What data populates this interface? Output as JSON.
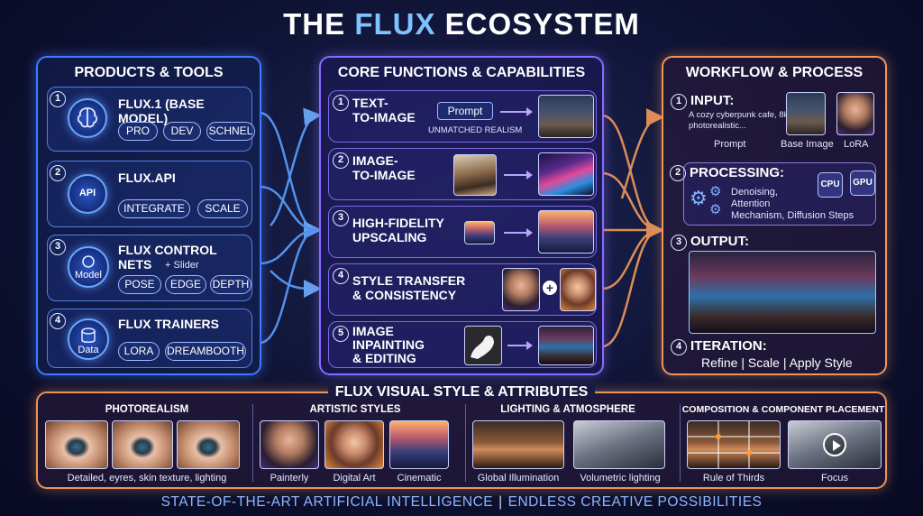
{
  "title": {
    "pre": "THE ",
    "highlight": "FLUX",
    "post": " ECOSYSTEM"
  },
  "products": {
    "heading": "PRODUCTS & TOOLS",
    "items": [
      {
        "num": "1",
        "title": "FLUX.1 (BASE MODEL)",
        "tags": [
          "PRO",
          "DEV",
          "SCHNEL"
        ]
      },
      {
        "num": "2",
        "title": "FLUX.API",
        "icon_label": "API",
        "tags": [
          "INTEGRATE",
          "SCALE"
        ]
      },
      {
        "num": "3",
        "title": "FLUX CONTROL NETS",
        "icon_label": "Model",
        "note": "+ Slider",
        "tags": [
          "POSE",
          "EDGE",
          "DEPTH"
        ]
      },
      {
        "num": "4",
        "title": "FLUX TRAINERS",
        "icon_label": "Data",
        "tags": [
          "LORA",
          "DREAMBOOTH"
        ]
      }
    ]
  },
  "core": {
    "heading": "CORE FUNCTIONS & CAPABILITIES",
    "items": [
      {
        "num": "1",
        "line1": "TEXT-",
        "line2": "TO-IMAGE",
        "chip": "Prompt",
        "caption": "UNMATCHED REALISM"
      },
      {
        "num": "2",
        "line1": "IMAGE-",
        "line2": "TO-IMAGE"
      },
      {
        "num": "3",
        "line1": "HIGH-FIDELITY",
        "line2": "UPSCALING"
      },
      {
        "num": "4",
        "line1": "STYLE TRANSFER",
        "line2": "& CONSISTENCY",
        "plus": "+"
      },
      {
        "num": "5",
        "line1": "IMAGE",
        "line2": "INPAINTING",
        "line3": "& EDITING"
      }
    ]
  },
  "workflow": {
    "heading": "WORKFLOW & PROCESS",
    "input": {
      "num": "1",
      "title": "INPUT:",
      "prompt_text": "A cozy cyberpunk cafe, 8k, photorealistic...",
      "labels": [
        "Prompt",
        "Base Image",
        "LoRA"
      ]
    },
    "processing": {
      "num": "2",
      "title": "PROCESSING:",
      "text1": "Denoising,",
      "text2": "Attention",
      "text3": "Mechanism, Diffusion Steps",
      "chip1": "CPU",
      "chip2": "GPU"
    },
    "output": {
      "num": "3",
      "title": "OUTPUT:"
    },
    "iteration": {
      "num": "4",
      "title": "ITERATION:",
      "options": [
        "Refine",
        "Scale",
        "Apply Style"
      ],
      "separator": "|"
    }
  },
  "visual": {
    "heading": "FLUX VISUAL STYLE & ATTRIBUTES",
    "groups": [
      {
        "heading": "PHOTOREALISM",
        "captions": [
          "Detailed, eyres, skin texture, lighting"
        ]
      },
      {
        "heading": "ARTISTIC STYLES",
        "captions": [
          "Painterly",
          "Digital Art",
          "Cinematic"
        ]
      },
      {
        "heading": "LIGHTING & ATMOSPHERE",
        "captions": [
          "Global Illumination",
          "Volumetric lighting"
        ]
      },
      {
        "heading": "COMPOSITION & COMPONENT PLACEMENT",
        "captions": [
          "Rule of Thirds",
          "Focus"
        ]
      }
    ]
  },
  "footer": {
    "left": "STATE-OF-THE-ART ARTIFICIAL INTELLIGENCE",
    "sep": "|",
    "right": "ENDLESS CREATIVE POSSIBILITIES"
  },
  "colors": {
    "products": "#3f7bff",
    "core": "#8a6bff",
    "workflow": "#f0955a",
    "accent": "#7ec3ff"
  }
}
